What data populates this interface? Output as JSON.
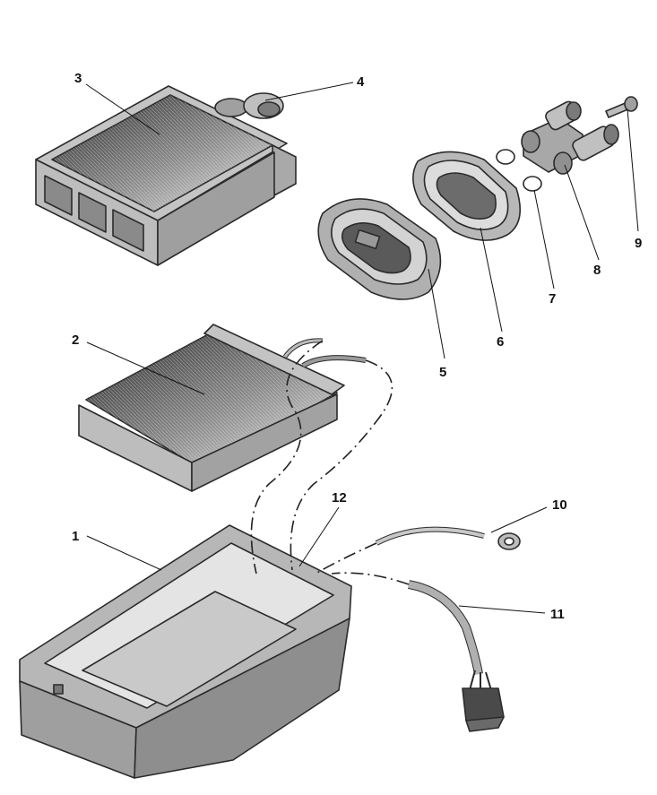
{
  "diagram": {
    "callouts": [
      "1",
      "2",
      "3",
      "4",
      "5",
      "6",
      "7",
      "8",
      "9",
      "10",
      "11",
      "12"
    ]
  },
  "colors": {
    "part_fill": "#b5b5b5",
    "part_dark": "#8c8c8c",
    "part_light": "#d6d6d6",
    "outline": "#2b2b2b"
  }
}
